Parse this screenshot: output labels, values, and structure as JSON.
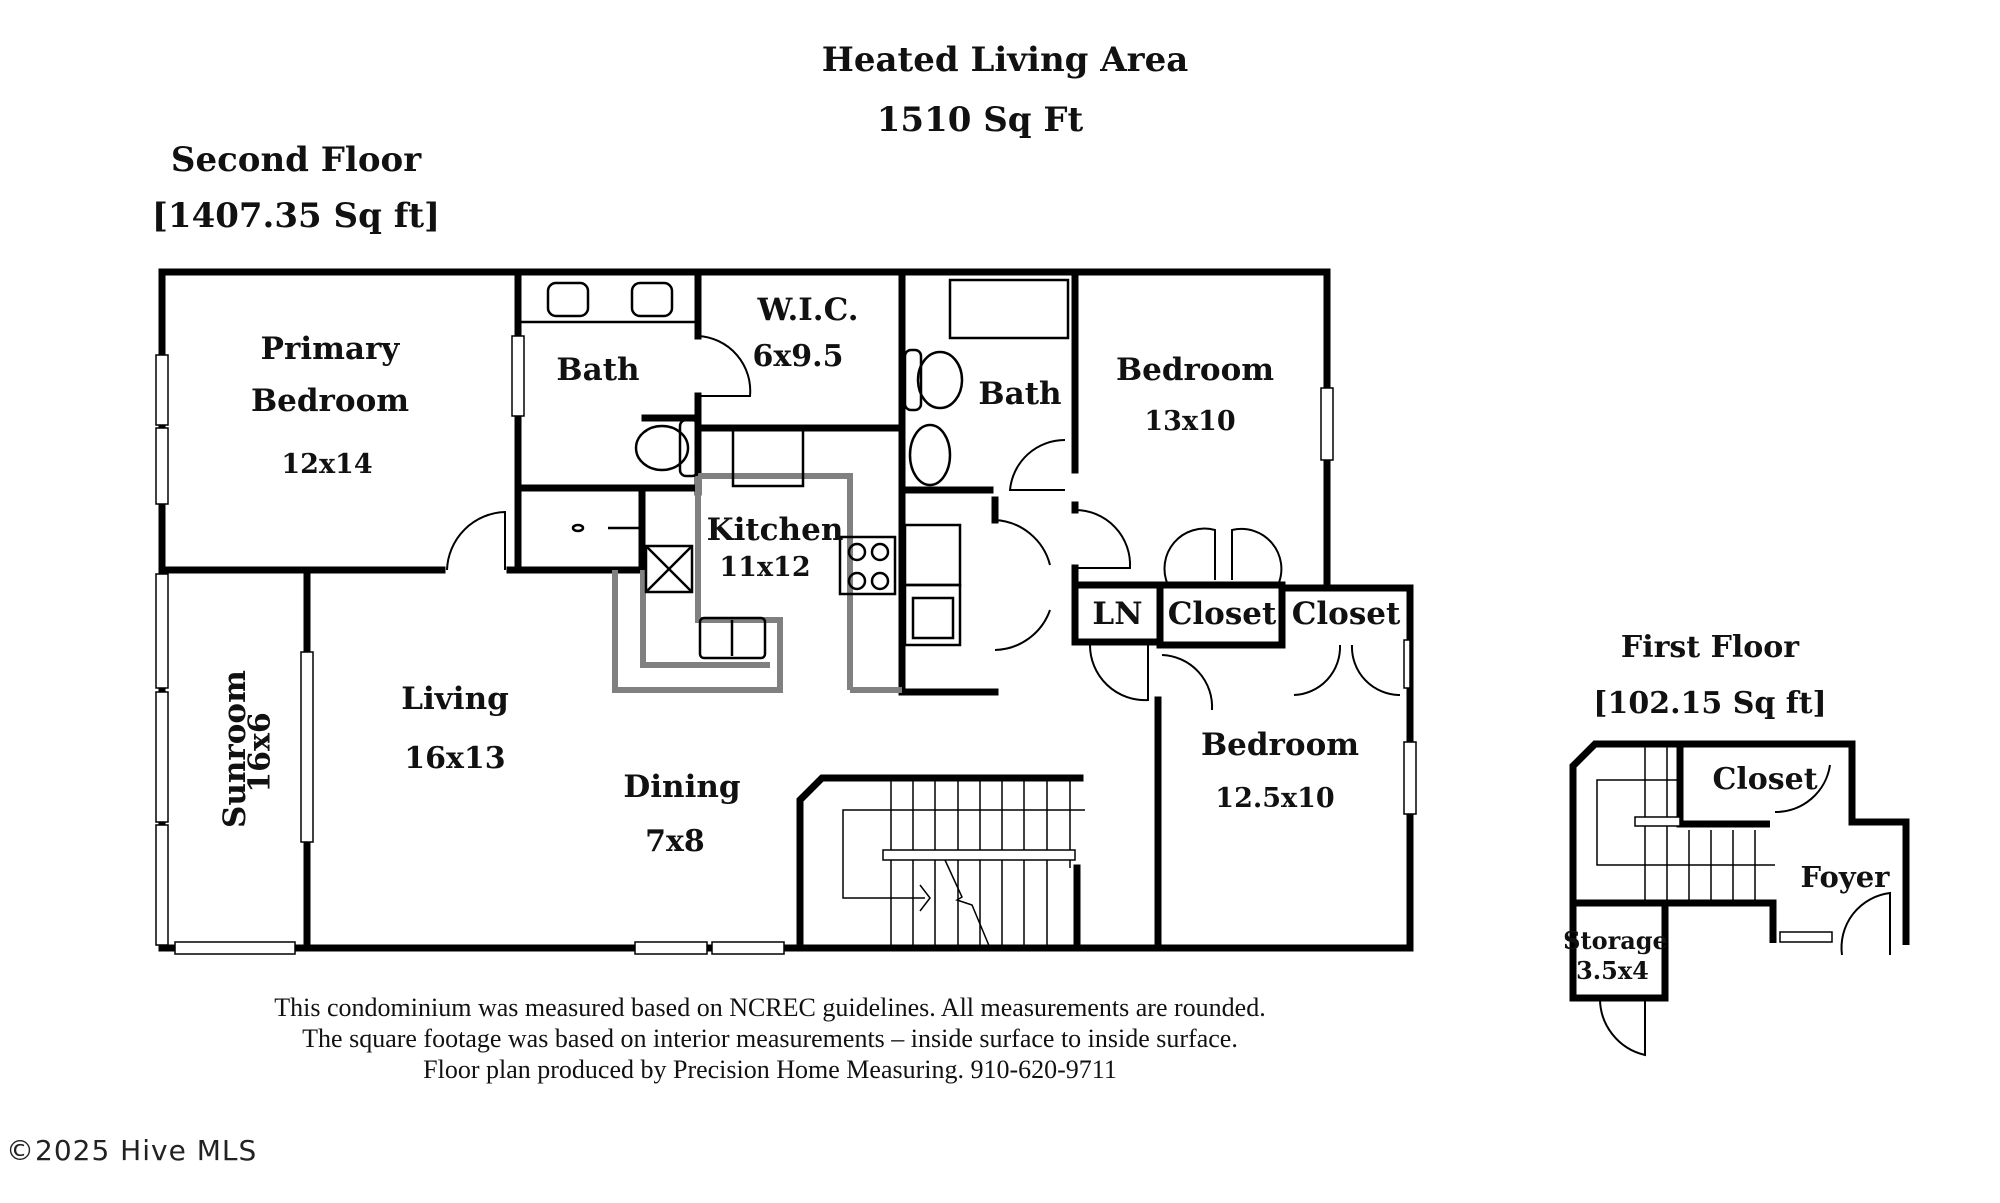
{
  "header": {
    "title": "Heated Living Area",
    "total_area": "1510 Sq Ft"
  },
  "second_floor": {
    "title": "Second Floor",
    "area": "[1407.35 Sq ft]",
    "rooms": {
      "primary_bedroom": {
        "label_line1": "Primary",
        "label_line2": "Bedroom",
        "dim": "12x14"
      },
      "primary_bath": {
        "label": "Bath"
      },
      "wic": {
        "label": "W.I.C.",
        "dim": "6x9.5"
      },
      "hall_bath": {
        "label": "Bath"
      },
      "bedroom_2": {
        "label": "Bedroom",
        "dim": "13x10"
      },
      "kitchen": {
        "label": "Kitchen",
        "dim": "11x12"
      },
      "linen": {
        "label": "LN"
      },
      "closet_1": {
        "label": "Closet"
      },
      "closet_2": {
        "label": "Closet"
      },
      "sunroom": {
        "label": "Sunroom",
        "dim": "16x6"
      },
      "living": {
        "label": "Living",
        "dim": "16x13"
      },
      "dining": {
        "label": "Dining",
        "dim": "7x8"
      },
      "bedroom_3": {
        "label": "Bedroom",
        "dim": "12.5x10"
      }
    }
  },
  "first_floor": {
    "title": "First Floor",
    "area": "[102.15 Sq ft]",
    "rooms": {
      "closet": {
        "label": "Closet"
      },
      "foyer": {
        "label": "Foyer"
      },
      "storage": {
        "label": "Storage",
        "dim": "3.5x4"
      }
    }
  },
  "notes": {
    "line1": "This condominium was measured based on NCREC guidelines. All measurements are rounded.",
    "line2": "The square footage was based on interior measurements – inside surface to inside surface.",
    "line3": "Floor plan produced by Precision Home Measuring. 910-620-9711"
  },
  "watermark": "©2025 Hive MLS",
  "colors": {
    "wall": "#000000",
    "counter": "#808080",
    "background": "#ffffff"
  }
}
